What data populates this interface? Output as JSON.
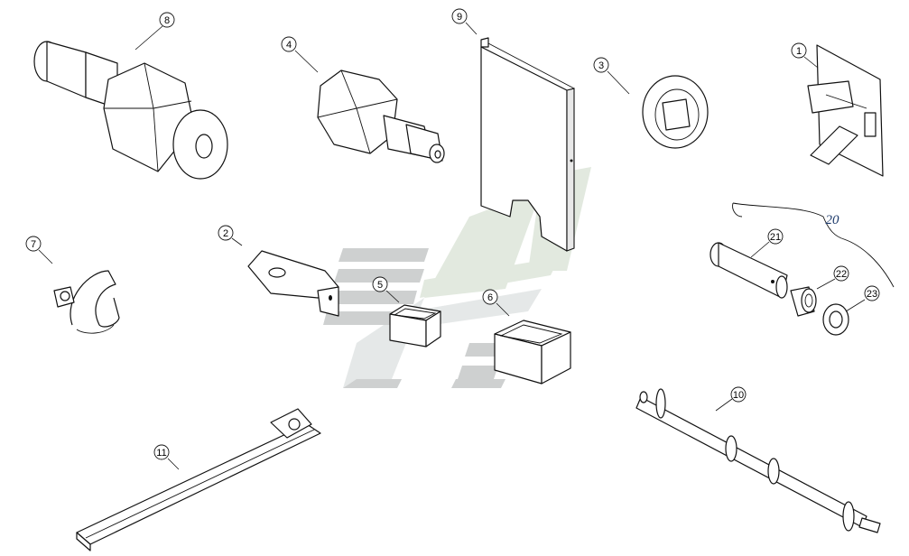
{
  "diagram": {
    "callouts": [
      {
        "id": "c8",
        "label": "8"
      },
      {
        "id": "c4",
        "label": "4"
      },
      {
        "id": "c9",
        "label": "9"
      },
      {
        "id": "c3",
        "label": "3"
      },
      {
        "id": "c1",
        "label": "1"
      },
      {
        "id": "c20",
        "label": "20"
      },
      {
        "id": "c21",
        "label": "21"
      },
      {
        "id": "c22",
        "label": "22"
      },
      {
        "id": "c23",
        "label": "23"
      },
      {
        "id": "c7",
        "label": "7"
      },
      {
        "id": "c2",
        "label": "2"
      },
      {
        "id": "c5",
        "label": "5"
      },
      {
        "id": "c6",
        "label": "6"
      },
      {
        "id": "c10",
        "label": "10"
      },
      {
        "id": "c11",
        "label": "11"
      }
    ],
    "colors": {
      "line": "#111111",
      "watermark_light": "#e3e6e6",
      "watermark_dark": "#c9cccc",
      "watermark_green": "#dfe7dc",
      "group_label": "#1d3a6b"
    }
  }
}
